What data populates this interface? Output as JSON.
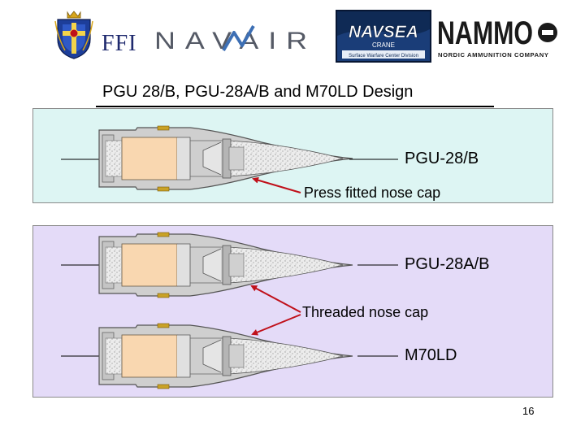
{
  "header": {
    "logos": [
      {
        "name": "ffi-coat-of-arms",
        "text": ""
      },
      {
        "name": "ffi-logo",
        "text": "FFI"
      },
      {
        "name": "navair-logo",
        "text": "NAVAIR"
      },
      {
        "name": "navsea-logo",
        "text": "NAVSEA",
        "line2": "CRANE",
        "line3": "Surface Warfare Center Division"
      },
      {
        "name": "nammo-logo",
        "text": "NAMMO",
        "tagline": "NORDIC AMMUNITION COMPANY"
      }
    ]
  },
  "title": "PGU 28/B, PGU-28A/B and M70LD Design",
  "panels": [
    {
      "projectiles": [
        {
          "label": "PGU-28/B"
        }
      ],
      "callout": "Press fitted nose cap"
    },
    {
      "projectiles": [
        {
          "label": "PGU-28A/B"
        },
        {
          "label": "M70LD"
        }
      ],
      "callout": "Threaded nose cap"
    }
  ],
  "page_number": "16",
  "colors": {
    "panel_top": "#ddf5f3",
    "panel_bottom": "#e4dbf8",
    "casing": "#cfcfcf",
    "filler": "#f9d7b0",
    "incendiary": "#e8e8e8",
    "gilding_band": "#c9a227",
    "arrow": "#c0101a",
    "navsea_bg": "#0f2a55",
    "navair_accent": "#3d6fb4"
  }
}
